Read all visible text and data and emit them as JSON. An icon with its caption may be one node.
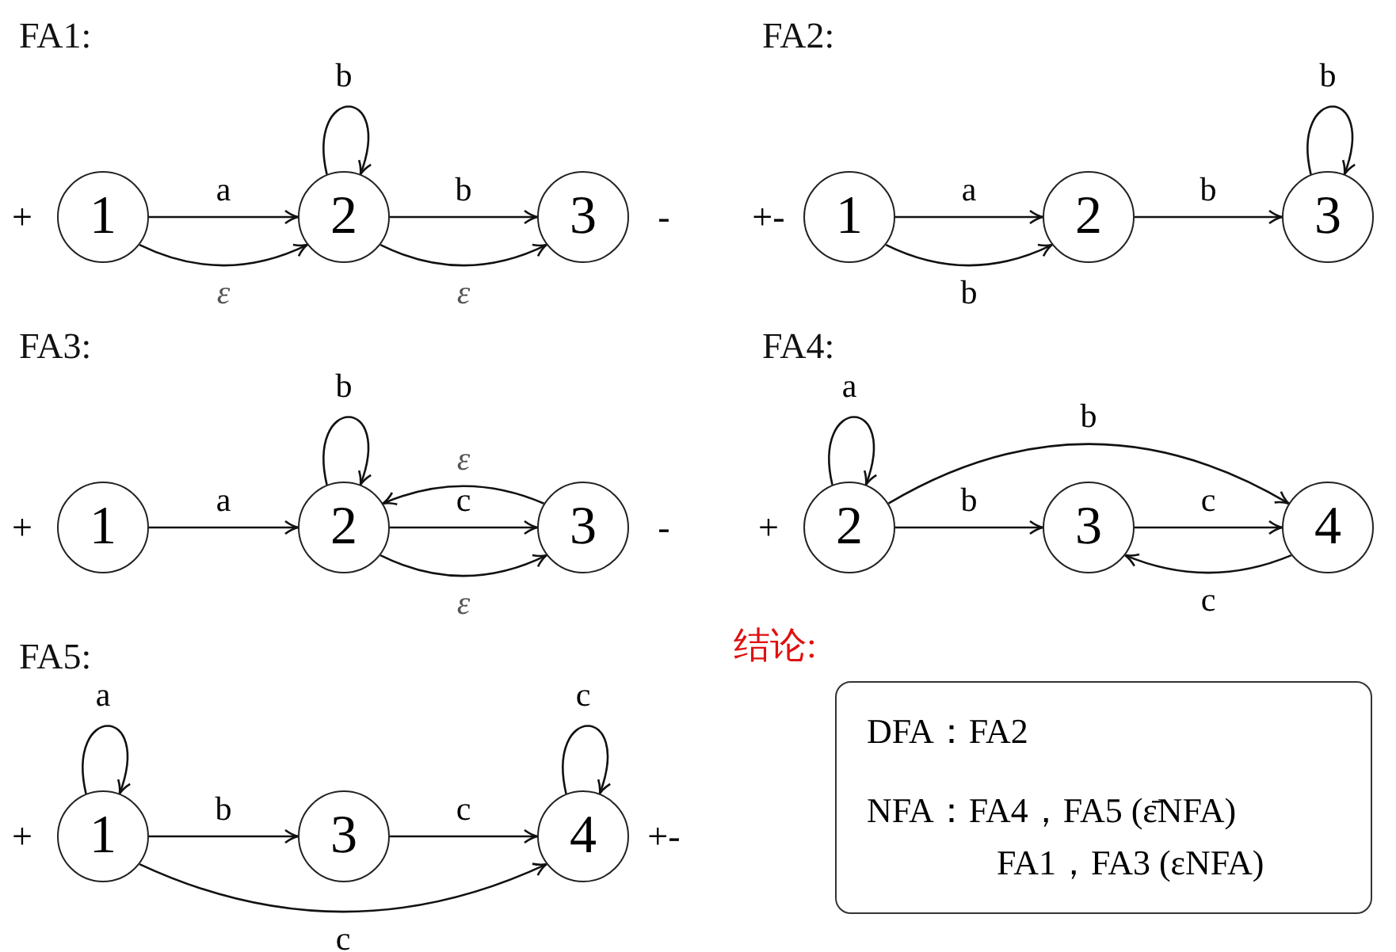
{
  "diagram": {
    "nodes": [
      {
        "text": [
          "1"
        ],
        "beside": [
          "+"
        ]
      },
      {
        "text": [
          "2"
        ]
      },
      {
        "text": [
          "3"
        ],
        "beside": [
          "-"
        ]
      },
      {
        "text": [
          "1"
        ],
        "beside": [
          "+-"
        ]
      },
      {
        "text": [
          "2"
        ]
      },
      {
        "text": [
          "3"
        ]
      },
      {
        "text": [
          "1"
        ],
        "beside": [
          "+"
        ]
      },
      {
        "text": [
          "2"
        ]
      },
      {
        "text": [
          "3"
        ],
        "beside": [
          "-"
        ]
      },
      {
        "text": [
          "2"
        ],
        "beside": [
          "+"
        ]
      },
      {
        "text": [
          "3"
        ]
      },
      {
        "text": [
          "4"
        ]
      },
      {
        "text": [
          "1"
        ],
        "beside": [
          "+"
        ]
      },
      {
        "text": [
          "3"
        ]
      },
      {
        "text": [
          "4"
        ],
        "beside": [
          "+-"
        ]
      },
      {
        "text": [
          "DFA：FA2",
          "NFA：FA4，FA5 (ε̄NFA) FA1，FA3 (εNFA)"
        ]
      }
    ],
    "edges": [
      {
        "from": 0,
        "to": 1,
        "arrow": "to",
        "label": "a"
      },
      {
        "from": 0,
        "to": 1,
        "arrow": "to",
        "label": "ε"
      },
      {
        "from": 1,
        "to": 1,
        "arrow": "to",
        "label": "b"
      },
      {
        "from": 1,
        "to": 2,
        "arrow": "to",
        "label": "b"
      },
      {
        "from": 1,
        "to": 2,
        "arrow": "to",
        "label": "ε"
      },
      {
        "from": 3,
        "to": 4,
        "arrow": "to",
        "label": "a"
      },
      {
        "from": 3,
        "to": 4,
        "arrow": "to",
        "label": "b"
      },
      {
        "from": 4,
        "to": 5,
        "arrow": "to",
        "label": "b"
      },
      {
        "from": 5,
        "to": 5,
        "arrow": "to",
        "label": "b"
      },
      {
        "from": 6,
        "to": 7,
        "arrow": "to",
        "label": "a"
      },
      {
        "from": 7,
        "to": 7,
        "arrow": "to",
        "label": "b"
      },
      {
        "from": 8,
        "to": 7,
        "arrow": "to",
        "label": "ε"
      },
      {
        "from": 7,
        "to": 8,
        "arrow": "to",
        "label": "c"
      },
      {
        "from": 7,
        "to": 8,
        "arrow": "to",
        "label": "ε"
      },
      {
        "from": 9,
        "to": 9,
        "arrow": "to",
        "label": "a"
      },
      {
        "from": 9,
        "to": 11,
        "arrow": "to",
        "label": "b"
      },
      {
        "from": 9,
        "to": 10,
        "arrow": "to",
        "label": "b"
      },
      {
        "from": 10,
        "to": 11,
        "arrow": "to",
        "label": "c"
      },
      {
        "from": 11,
        "to": 10,
        "arrow": "to",
        "label": "c"
      },
      {
        "from": 12,
        "to": 12,
        "arrow": "to",
        "label": "a"
      },
      {
        "from": 12,
        "to": 13,
        "arrow": "to",
        "label": "b"
      },
      {
        "from": 13,
        "to": 14,
        "arrow": "to",
        "label": "c"
      },
      {
        "from": 12,
        "to": 14,
        "arrow": "to",
        "label": "c"
      },
      {
        "from": 14,
        "to": 14,
        "arrow": "to",
        "label": "c"
      }
    ],
    "labels": [
      "FA1:",
      "FA2:",
      "FA3:",
      "FA4:",
      "FA5:",
      "结论:"
    ]
  }
}
